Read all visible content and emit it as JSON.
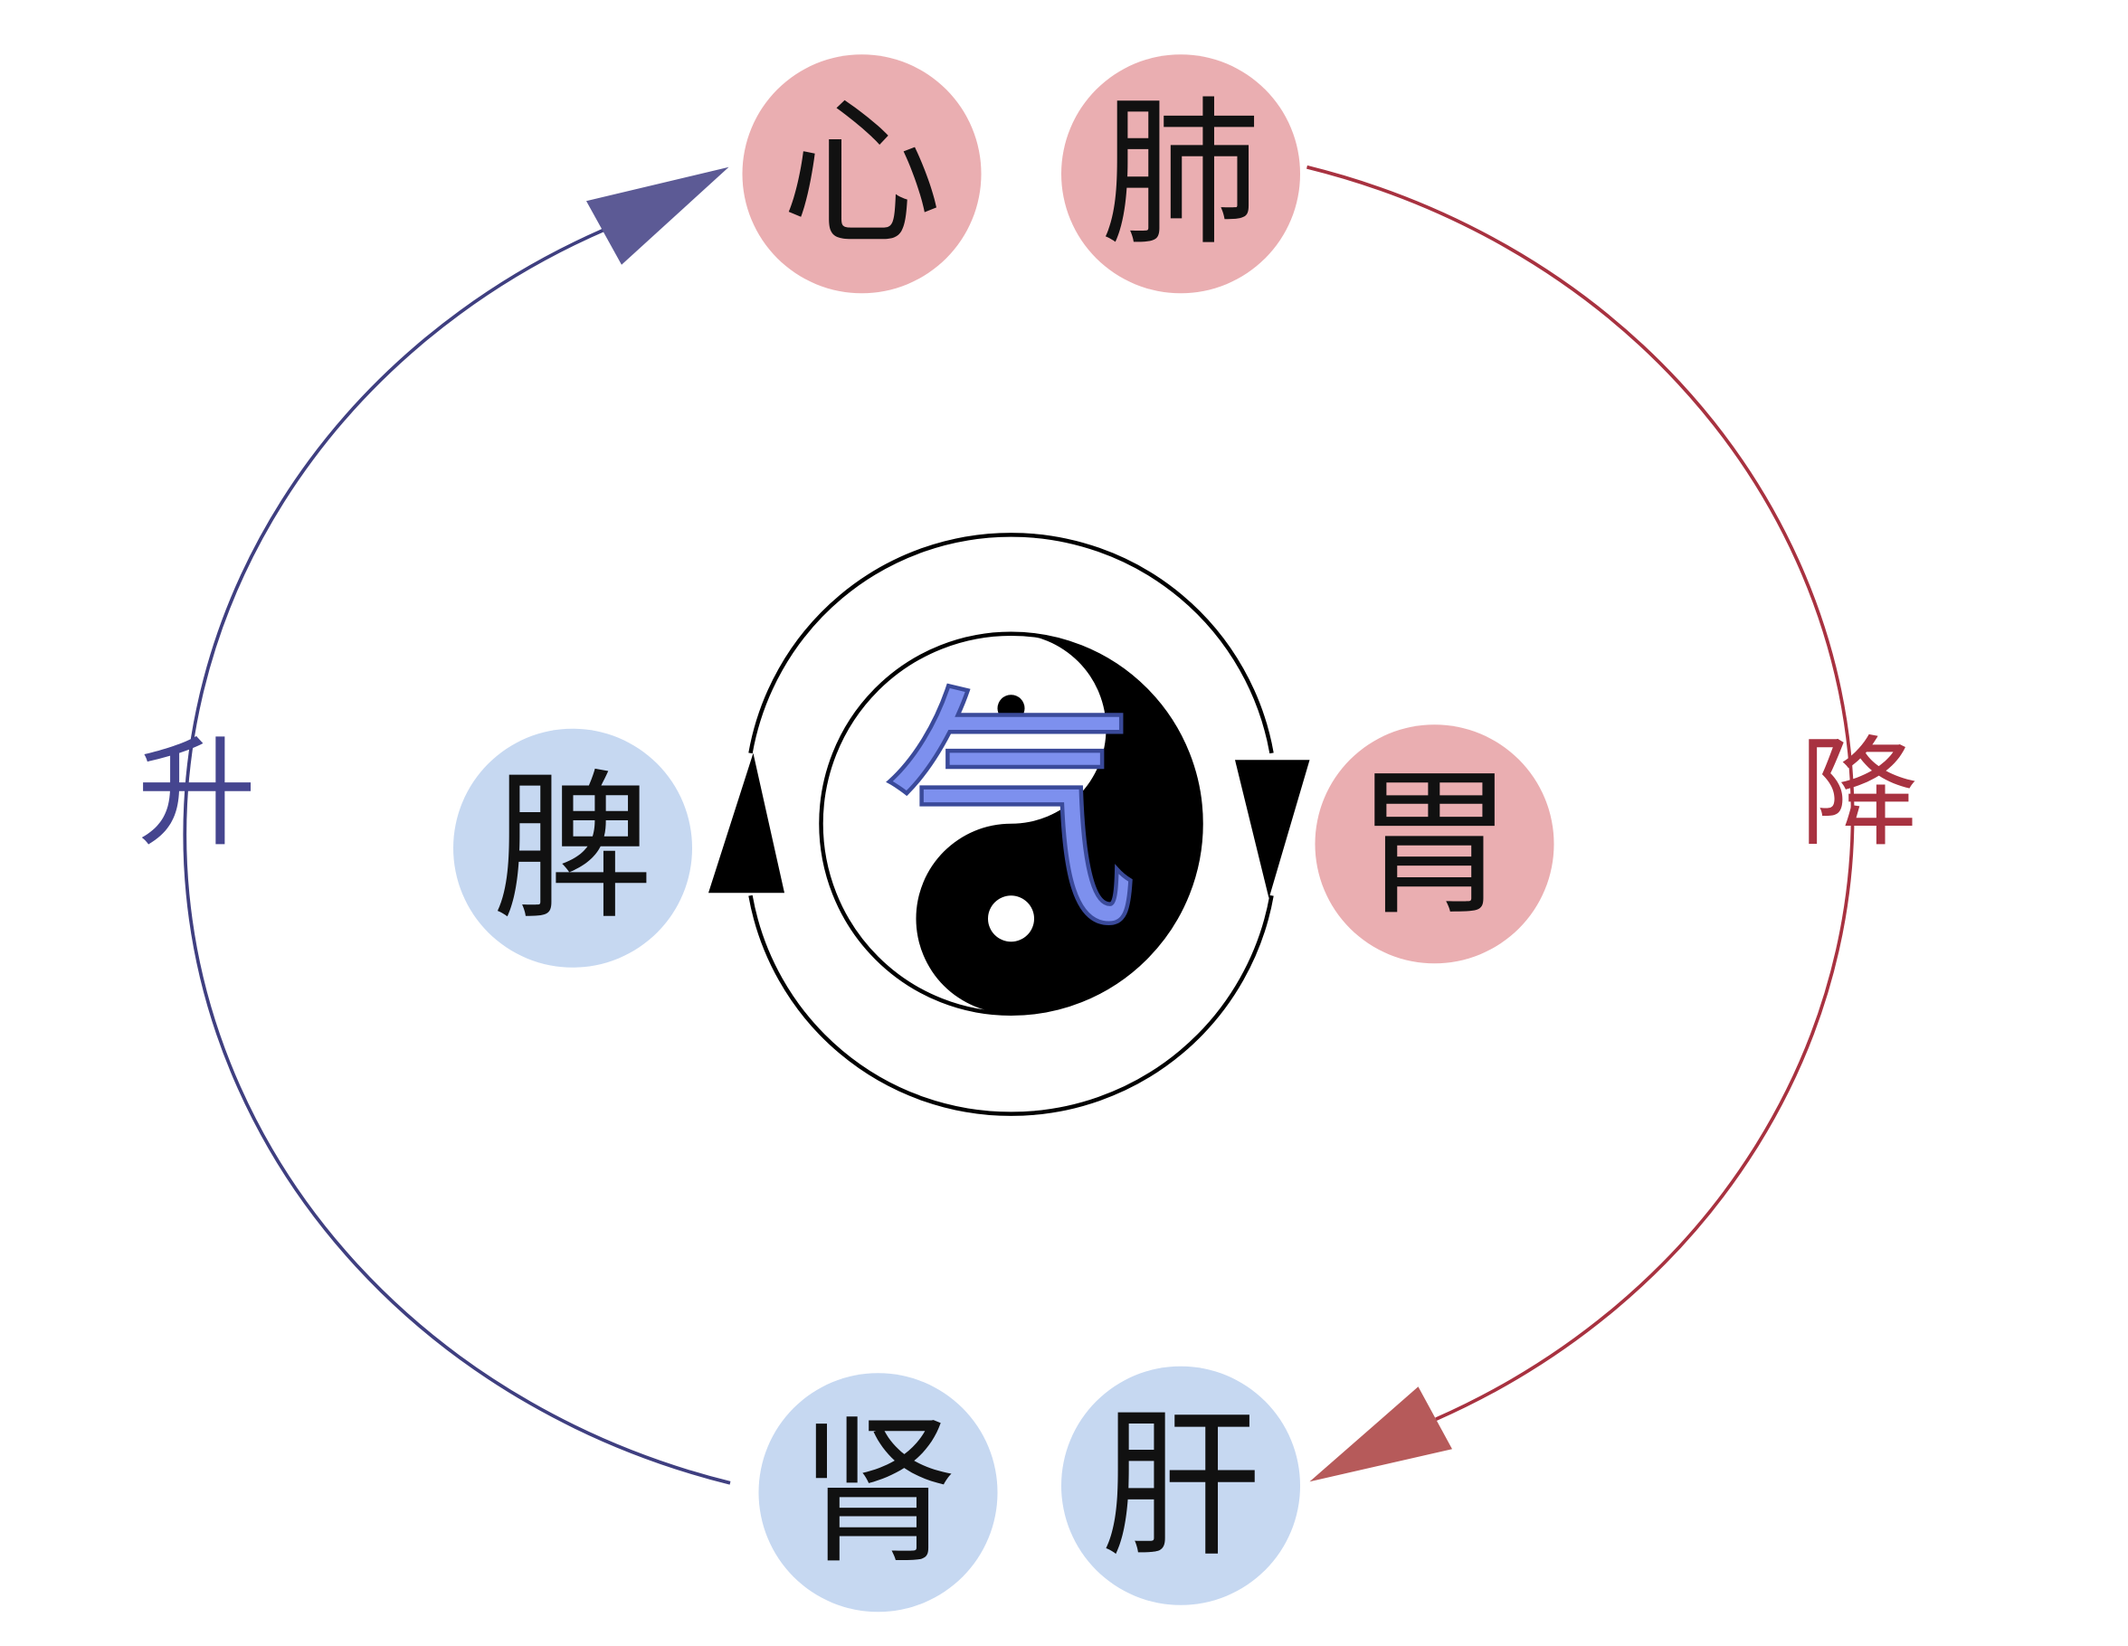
{
  "title": "气机升降",
  "center_label": "气",
  "directions": {
    "ascend": "升",
    "descend": "降"
  },
  "organs": {
    "heart": "心",
    "lung": "肺",
    "stomach": "胃",
    "spleen": "脾",
    "kidney": "肾",
    "liver": "肝"
  },
  "colors": {
    "pink": "#eaaeb1",
    "blue": "#c6d8f1",
    "ascend": "#45458f",
    "descend": "#a83240",
    "ascend_arrow": "#5c5a95",
    "descend_arrow": "#b65a5a",
    "qi": "#7d90ee"
  }
}
